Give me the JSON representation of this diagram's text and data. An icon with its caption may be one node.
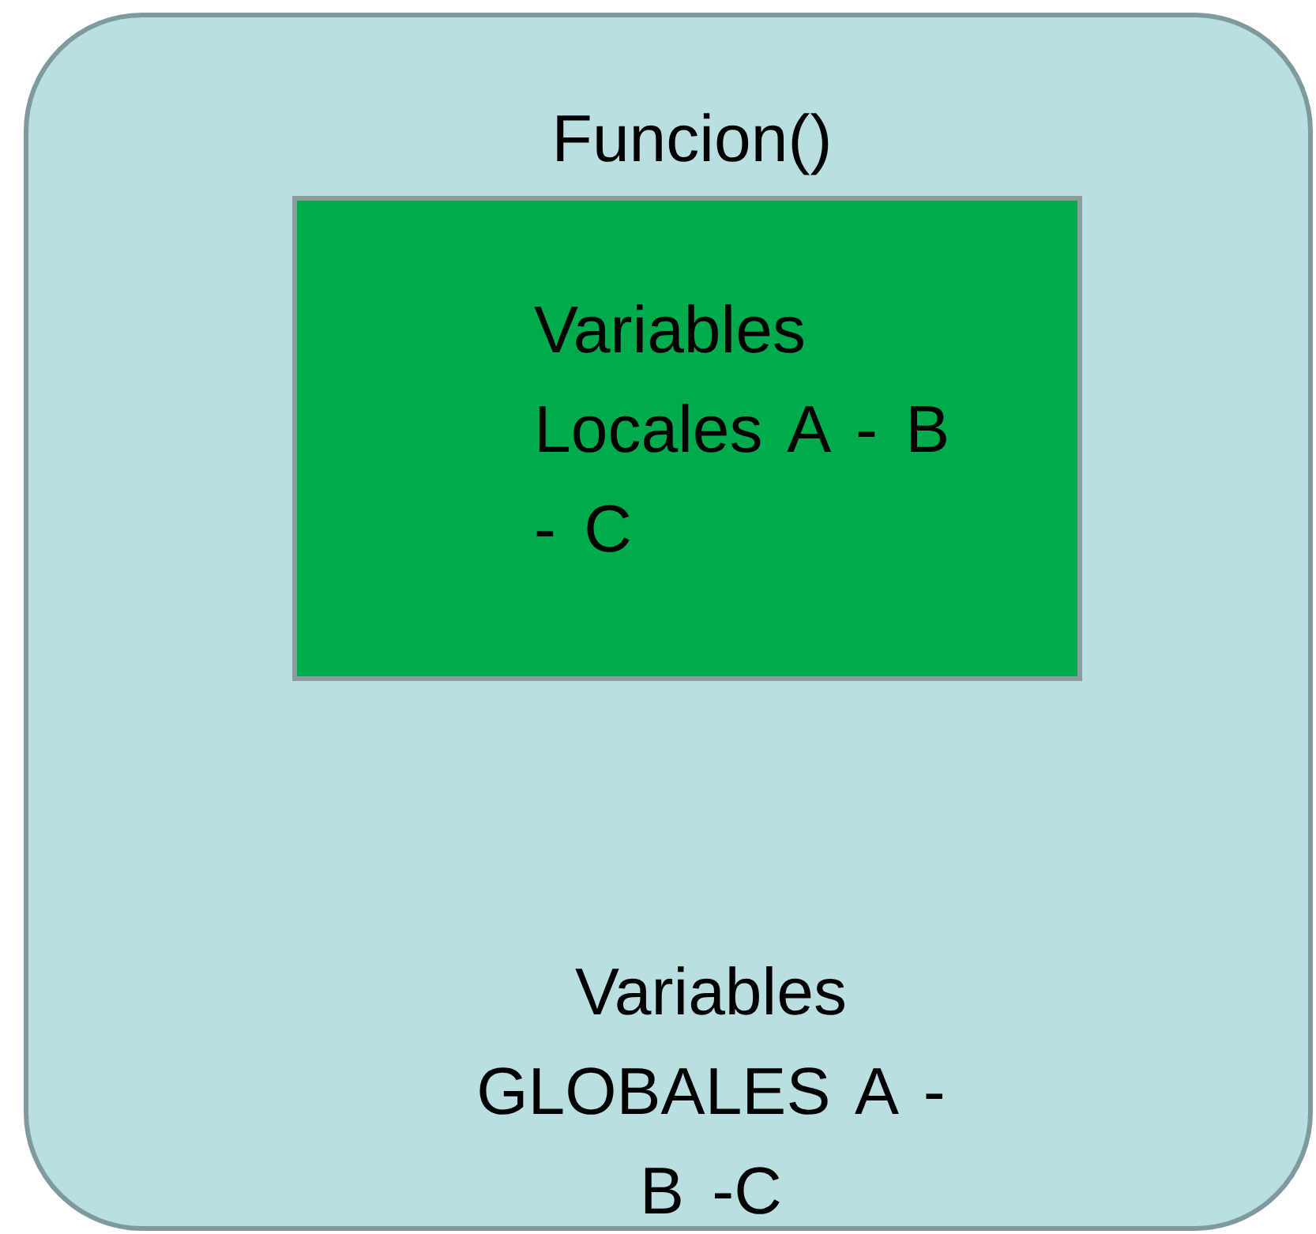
{
  "diagram": {
    "nodes": [
      {
        "text": [
          "Variables GLOBALES A - B -C"
        ]
      },
      {
        "text": [
          "Funcion()",
          "Variables Locales A - B - C"
        ],
        "in": 0
      }
    ]
  }
}
